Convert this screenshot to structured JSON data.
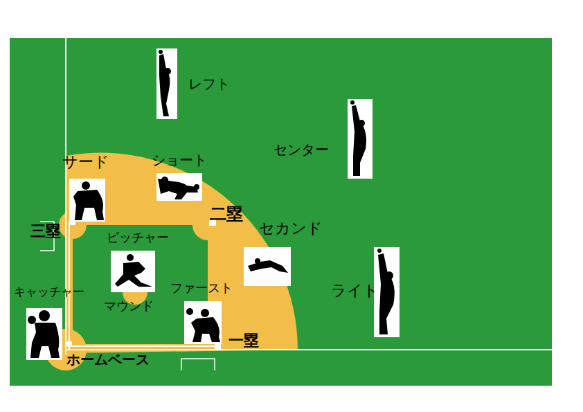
{
  "diagram": {
    "labels": [
      "レフト",
      "センター",
      "サード",
      "ショート",
      "二塁",
      "三塁",
      "セカンド",
      "ピッチャー",
      "ライト",
      "キャッチャー",
      "ファースト",
      "マウンド",
      "一塁",
      "ホームベース"
    ]
  }
}
